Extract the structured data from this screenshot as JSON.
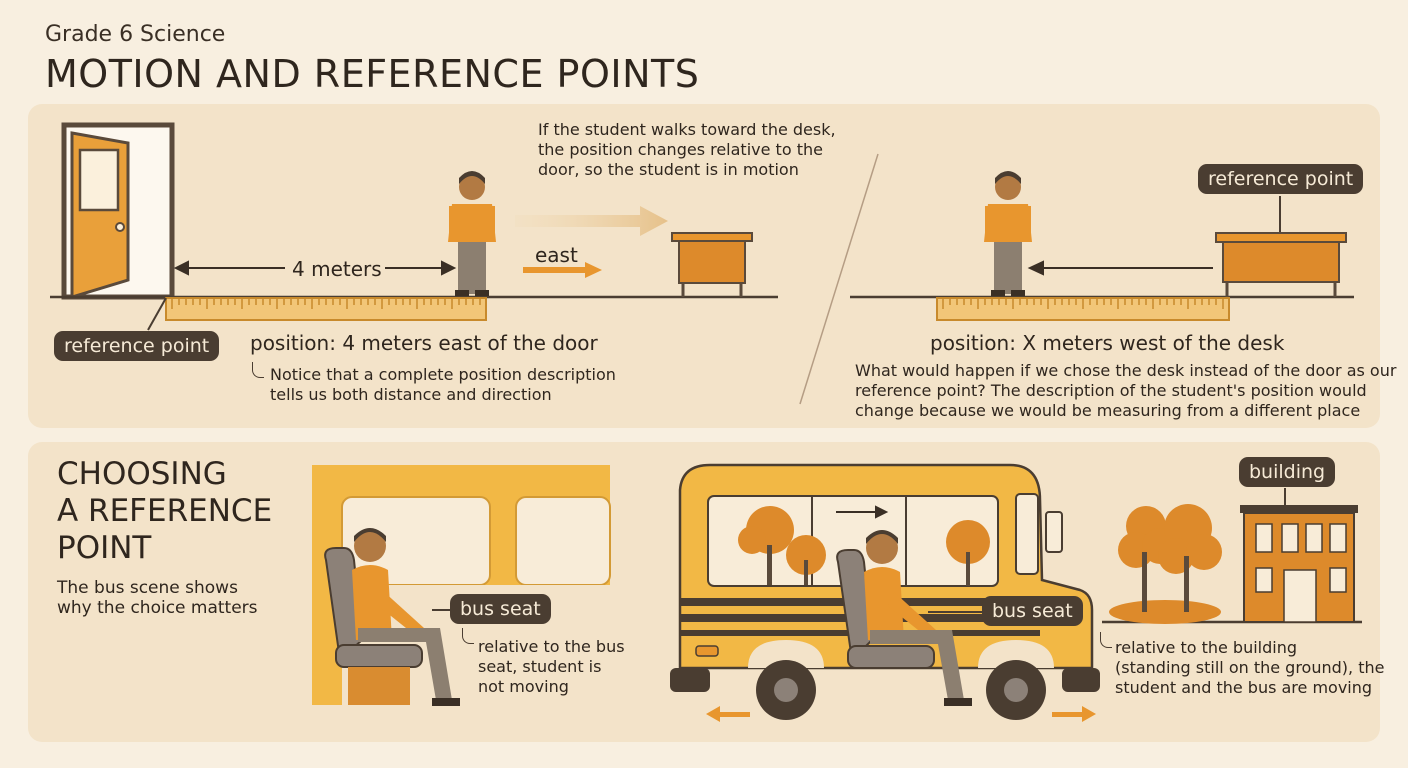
{
  "header": {
    "subtitle": "Grade 6 Science",
    "title": "MOTION AND REFERENCE POINTS"
  },
  "top_left": {
    "motion_note": [
      "If the student walks toward the desk,",
      "the position changes relative to the",
      "door, so the student is in motion"
    ],
    "distance_label": "4 meters",
    "direction_label": "east",
    "reference_tag": "reference point",
    "position_text": "position: 4 meters east of the door",
    "position_note": [
      "Notice that a complete position description",
      "tells us both distance and direction"
    ]
  },
  "top_right": {
    "reference_tag": "reference point",
    "position_text": "position: X meters west of the desk",
    "question_text": [
      "What would happen if we chose the desk instead of the door as our",
      "reference point? The description of the student's position would",
      "change because we would be measuring from a different place"
    ]
  },
  "bottom": {
    "heading": [
      "CHOOSING",
      "A REFERENCE",
      "POINT"
    ],
    "intro": [
      "The bus scene shows",
      "why the choice matters"
    ],
    "seat_tag_left": "bus seat",
    "seat_note": [
      "relative to the bus",
      "seat, student is",
      "not moving"
    ],
    "seat_tag_right": "bus seat",
    "building_tag": "building",
    "building_note": [
      "relative to the building",
      "(standing still on the ground), the",
      "student and the bus are moving"
    ]
  },
  "colors": {
    "background": "#f8efe0",
    "panel": "#f3e3c9",
    "accent_orange": "#e8a33c",
    "dark_brown": "#4a3d31"
  },
  "icons": [
    "door-icon",
    "student-icon",
    "desk-icon",
    "ruler-icon",
    "bus-icon",
    "tree-icon",
    "building-icon",
    "seat-icon"
  ]
}
